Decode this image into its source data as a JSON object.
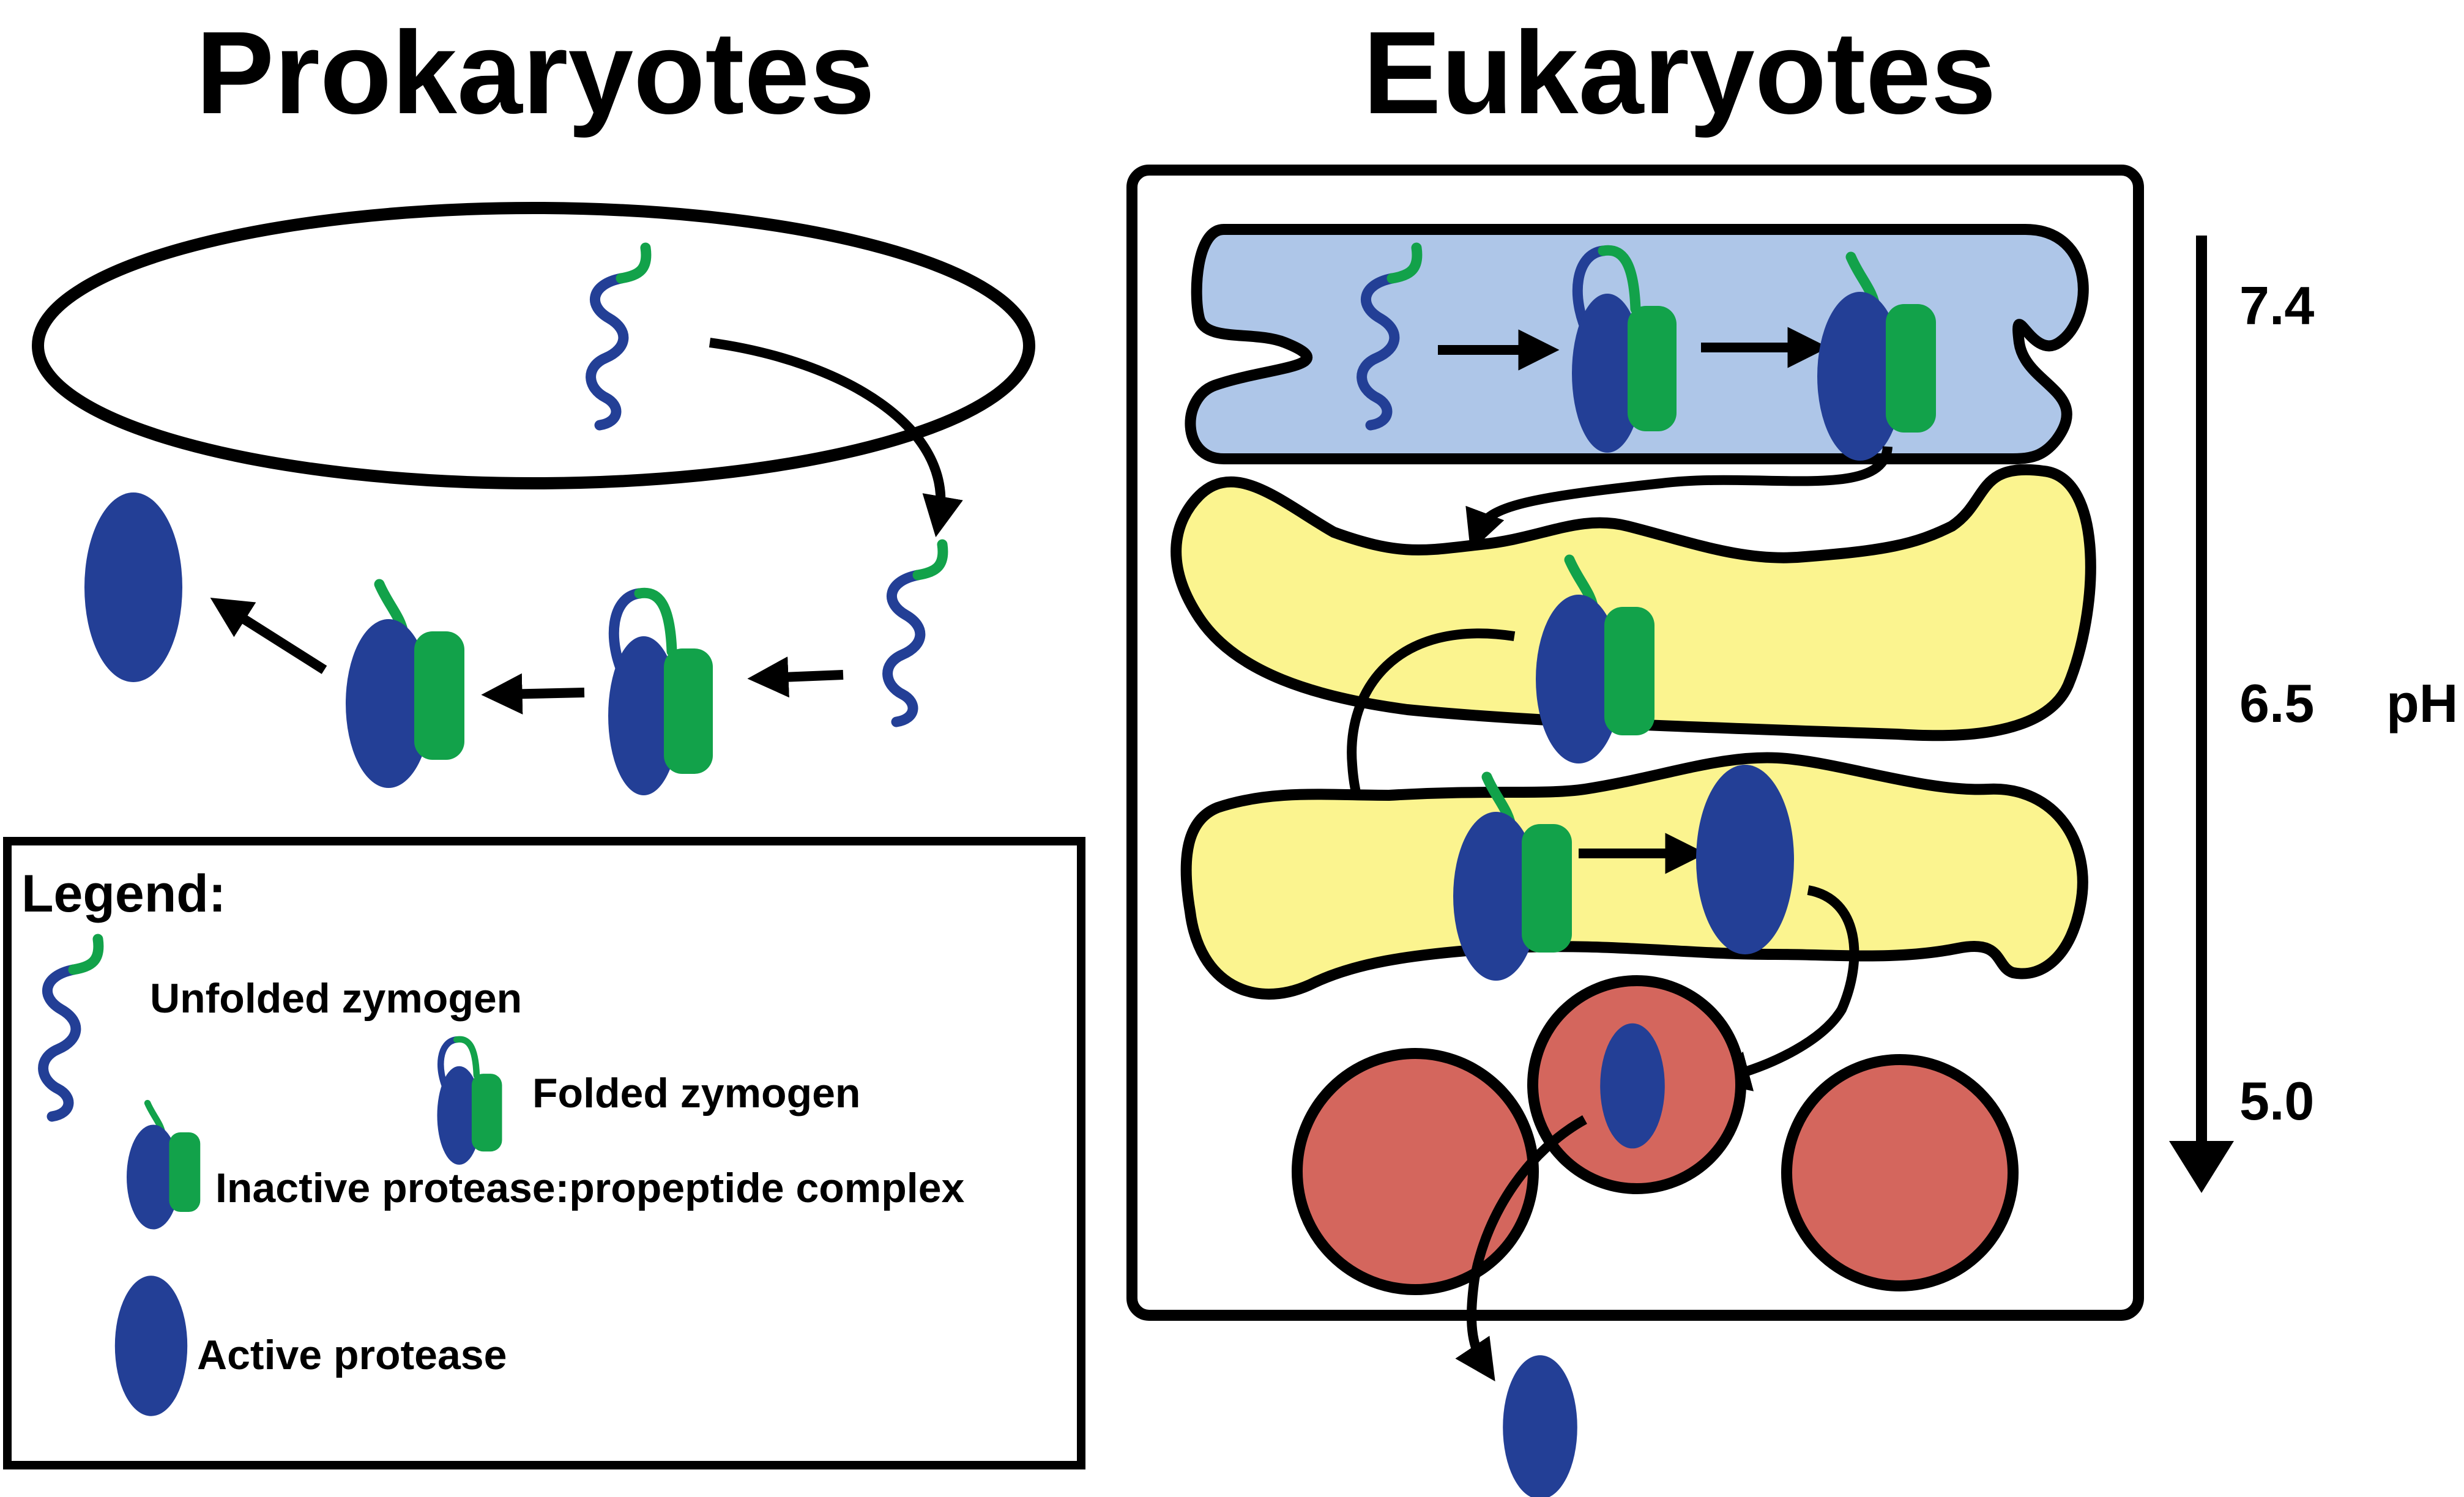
{
  "titles": {
    "left": "Prokaryotes",
    "right": "Eukaryotes"
  },
  "legend": {
    "title": "Legend:",
    "items": [
      {
        "label": "Unfolded zymogen",
        "icon": "unfolded-zymogen-icon"
      },
      {
        "label": "Folded zymogen",
        "icon": "folded-zymogen-icon"
      },
      {
        "label": "Inactive protease:propeptide complex",
        "icon": "inactive-complex-icon"
      },
      {
        "label": "Active protease",
        "icon": "active-protease-icon"
      }
    ]
  },
  "ph_scale": {
    "label": "pH",
    "values": [
      "7.4",
      "6.5",
      "5.0"
    ]
  },
  "colors": {
    "protease_blue": "#233f96",
    "propeptide_green": "#12a24a",
    "er_fill": "#aec6e8",
    "golgi_fill": "#fbf48f",
    "lysosome_fill": "#d4665d",
    "outline": "#000000"
  }
}
